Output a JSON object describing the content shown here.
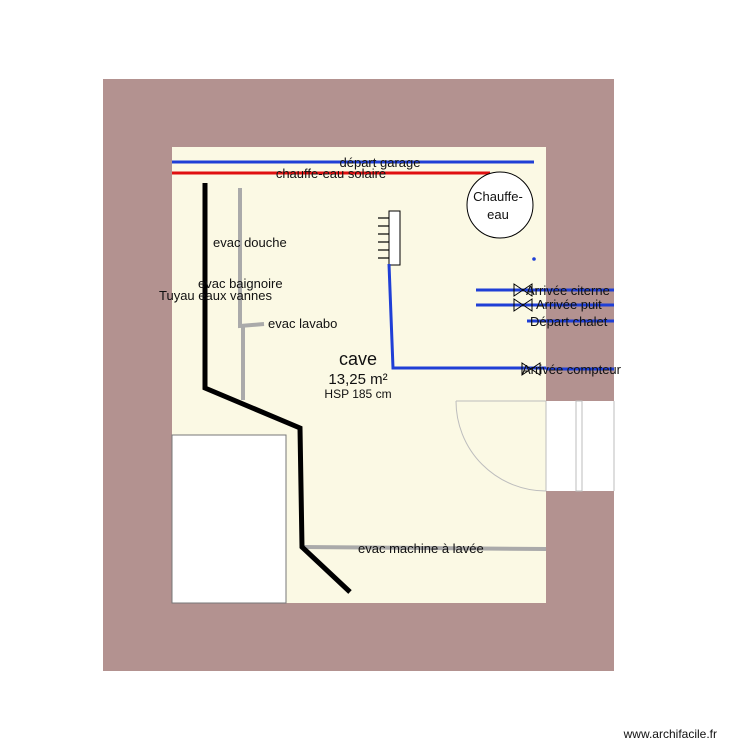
{
  "room": {
    "name": "cave",
    "area": "13,25 m²",
    "hsp": "HSP 185 cm"
  },
  "pipes": {
    "depart_garage": "départ garage",
    "chauffe_eau_solaire": "chauffe-eau solaire",
    "tuyau_eaux_vannes": "Tuyau eaux vannes",
    "arrivee_compteur": "Arrivée compteur",
    "arrivee_citerne": "Arrivée citerne",
    "arrivee_puit": "Arrivée puit",
    "depart_chalet": "Départ chalet"
  },
  "drains": {
    "evac_douche": "evac douche",
    "evac_baignoire": "evac baignoire",
    "evac_lavabo": "evac lavabo",
    "evac_machine": "evac machine à lavée"
  },
  "equipment": {
    "chauffe_eau_line1": "Chauffe-",
    "chauffe_eau_line2": "eau"
  },
  "colors": {
    "wall": "#b39290",
    "floor": "#fbf9e4",
    "blue_pipe": "#1f3fd6",
    "red_pipe": "#e01010",
    "drain": "#aaaaaa",
    "sewer": "#000000"
  },
  "credit": "www.archifacile.fr"
}
